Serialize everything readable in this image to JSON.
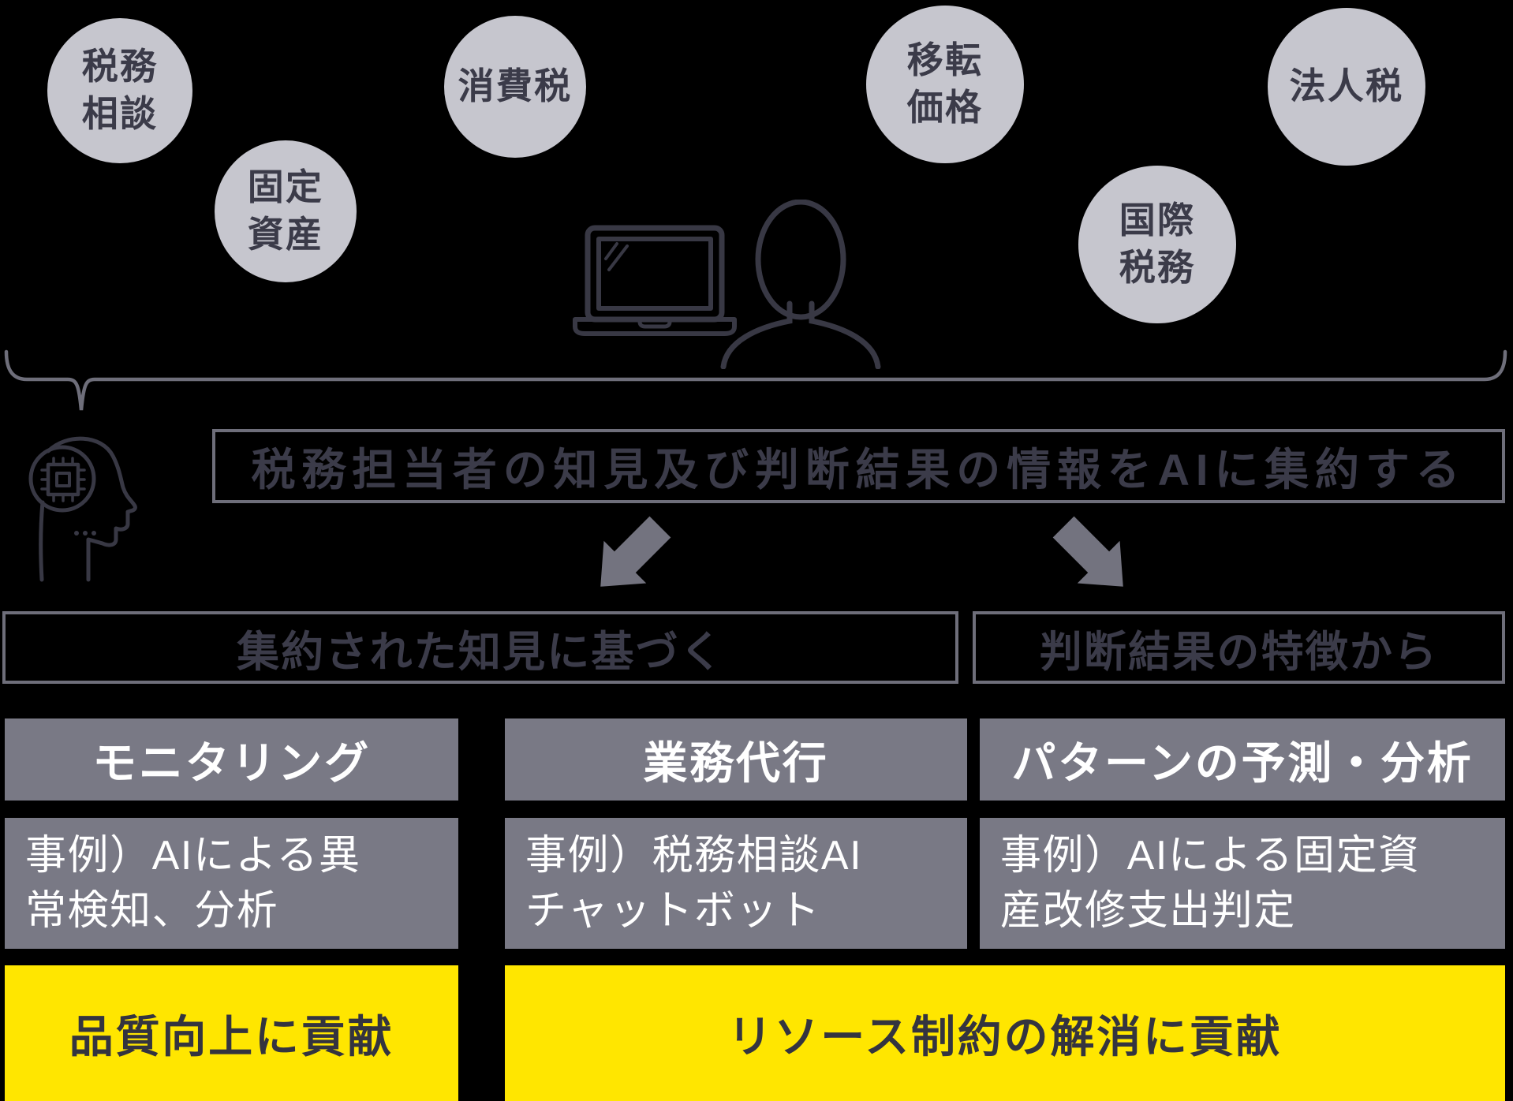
{
  "colors": {
    "background": "#000000",
    "bubble": "#c6c6ce",
    "panel": "#797985",
    "accent_yellow": "#ffe600",
    "dark_text": "#3b3b49",
    "white_text": "#ffffff",
    "line": "#6e6e7a",
    "arrow": "#73737f"
  },
  "tax_domains": [
    {
      "label": "税務\n相談"
    },
    {
      "label": "固定\n資産"
    },
    {
      "label": "消費税"
    },
    {
      "label": "移転\n価格"
    },
    {
      "label": "国際\n税務"
    },
    {
      "label": "法人税"
    }
  ],
  "icons": {
    "laptop": "laptop-icon",
    "person": "tax-officer-icon",
    "ai_head": "ai-brain-chip-icon",
    "brace": "gathering-brace",
    "arrow_left": "arrow-down-left",
    "arrow_right": "arrow-down-right"
  },
  "aggregation": {
    "text": "税務担当者の知見及び判断結果の情報をAIに集約する"
  },
  "branches": {
    "left_label": "集約された知見に基づく",
    "right_label": "判断結果の特徴から"
  },
  "capabilities": [
    {
      "header": "モニタリング",
      "example": "事例）AIによる異\n常検知、分析"
    },
    {
      "header": "業務代行",
      "example": "事例）税務相談AI\nチャットボット"
    },
    {
      "header": "パターンの予測・分析",
      "example": "事例）AIによる固定資\n産改修支出判定"
    }
  ],
  "outcomes": [
    {
      "text": "品質向上に貢献"
    },
    {
      "text": "リソース制約の解消に貢献"
    }
  ]
}
